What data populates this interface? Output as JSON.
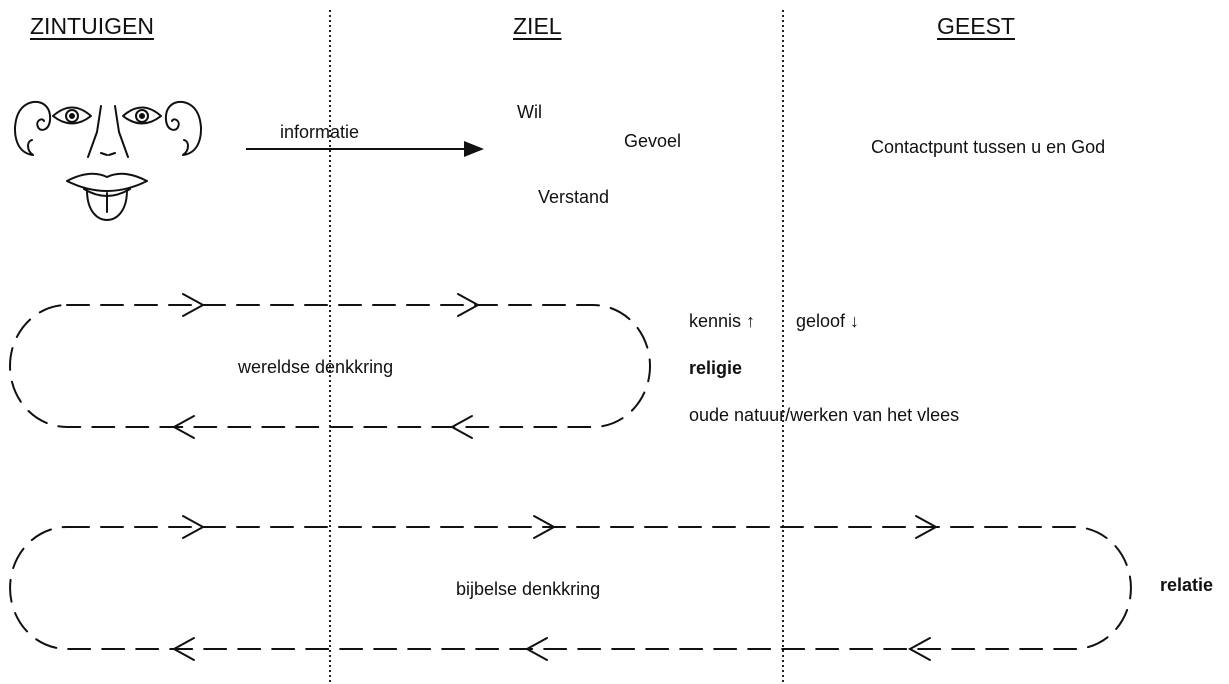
{
  "headings": {
    "senses": "ZINTUIGEN",
    "soul": "ZIEL",
    "spirit": "GEEST"
  },
  "flow": {
    "info_label": "informatie"
  },
  "soul_parts": {
    "will": "Wil",
    "feeling": "Gevoel",
    "mind": "Verstand"
  },
  "spirit_text": "Contactpunt tussen u en God",
  "worldly_cycle": {
    "label": "wereldse  denkkring",
    "knowledge": "kennis ↑",
    "faith": "geloof ↓",
    "result": "religie",
    "nature": "oude natuur/werken van het vlees"
  },
  "biblical_cycle": {
    "label": "bijbelse  denkkring",
    "result": "relatie"
  },
  "icons": [
    "ear-icon",
    "eye-icon",
    "nose-icon",
    "mouth-icon"
  ]
}
